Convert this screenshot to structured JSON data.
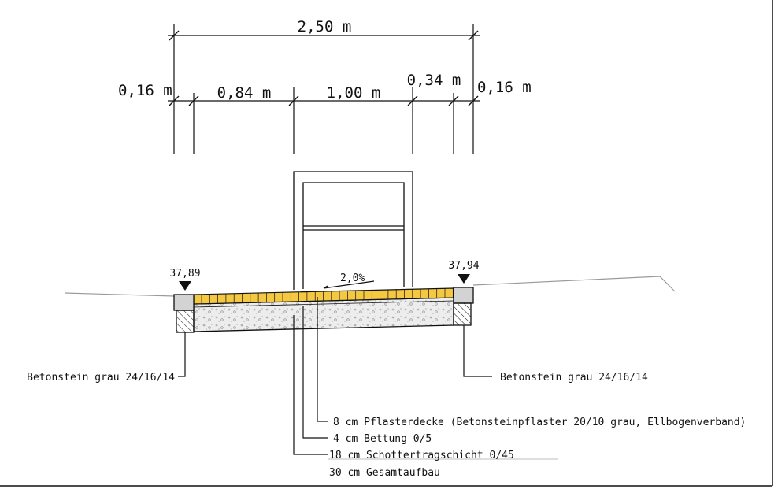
{
  "dimensions": {
    "total": "2,50 m",
    "seg_left_curb": "0,16 m",
    "seg_a": "0,84 m",
    "seg_b": "1,00 m",
    "seg_c": "0,34 m",
    "seg_right_curb": "0,16 m"
  },
  "elevations": {
    "left": "37,89",
    "right": "37,94"
  },
  "slope": "2,0%",
  "labels": {
    "curb_left": "Betonstein grau 24/16/14",
    "curb_right": "Betonstein grau 24/16/14",
    "layer_paving": "8 cm Pflasterdecke (Betonsteinpflaster 20/10 grau, Ellbogenverband)",
    "layer_bedding": "4 cm Bettung 0/5",
    "layer_base": "18 cm Schottertragschicht 0/45",
    "total_build": "30 cm Gesamtaufbau"
  },
  "colors": {
    "paving": "#f5c842",
    "gravel": "#ececec",
    "curb": "#d3d3d3",
    "ground": "#9a9a9a",
    "line": "#111111"
  }
}
